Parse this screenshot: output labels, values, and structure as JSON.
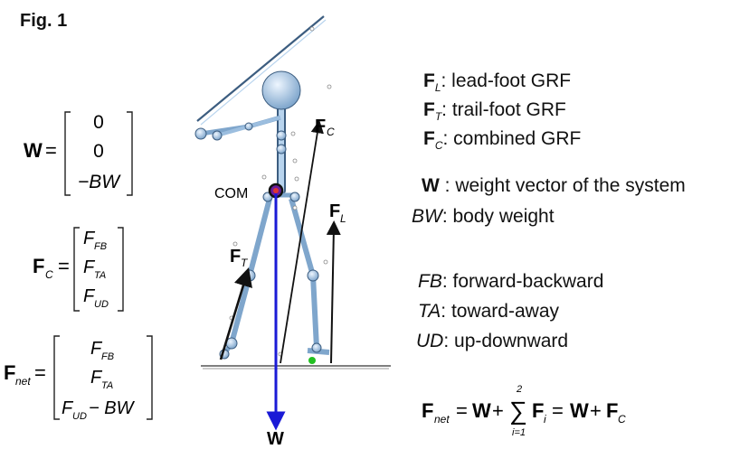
{
  "figure_label": "Fig. 1",
  "matrices": {
    "W": {
      "lhs": "W",
      "rows": [
        "0",
        "0",
        "−BW"
      ]
    },
    "FC": {
      "lhs": "F",
      "lhs_sub": "C",
      "rows": [
        "F",
        "F",
        "F"
      ],
      "row_subs": [
        "FB",
        "TA",
        "UD"
      ]
    },
    "Fnet": {
      "lhs": "F",
      "lhs_sub": "net",
      "rows": [
        "F",
        "F",
        "F"
      ],
      "row_subs": [
        "FB",
        "TA",
        "UD"
      ],
      "last_suffix": " − BW"
    }
  },
  "diagram_labels": {
    "com": "COM",
    "fc": "F",
    "fc_sub": "C",
    "fl": "F",
    "fl_sub": "L",
    "ft": "F",
    "ft_sub": "T",
    "w": "W"
  },
  "legend": {
    "fl_sym": "F",
    "fl_sub": "L",
    "fl_text": ": lead-foot GRF",
    "ft_sym": "F",
    "ft_sub": "T",
    "ft_text": ": trail-foot GRF",
    "fc_sym": "F",
    "fc_sub": "C",
    "fc_text": ": combined GRF",
    "w_sym": "W",
    "w_text": " : weight vector of the system",
    "bw_sym": "BW",
    "bw_text": ": body weight",
    "fb_sym": "FB",
    "fb_text": ": forward-backward",
    "ta_sym": "TA",
    "ta_text": ": toward-away",
    "ud_sym": "UD",
    "ud_text": ": up-downward"
  },
  "equation": {
    "lhs": "F",
    "lhs_sub": "net",
    "eq": "=",
    "w": "W",
    "plus": "+",
    "sigma": "∑",
    "sum_upper": "2",
    "sum_lower": "i=1",
    "fi": "F",
    "fi_sub": "i",
    "w2": "W",
    "fc": "F",
    "fc_sub": "C"
  },
  "colors": {
    "weight_arrow": "#1a1ad6",
    "force_arrow": "#111111",
    "skeleton_fill": "#b8d4ee",
    "skeleton_stroke": "#3c5d80",
    "com_marker": "#6a1b9a",
    "foot_marker": "#22c022"
  }
}
